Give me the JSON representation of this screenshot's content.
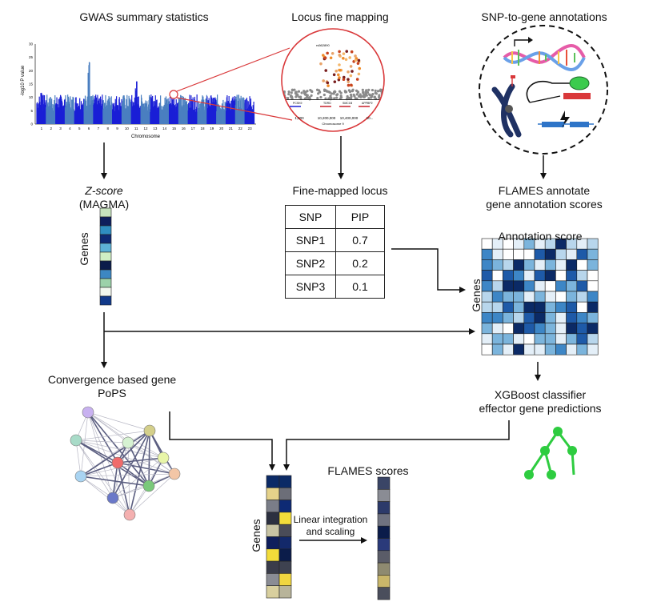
{
  "titles": {
    "gwas": "GWAS summary statistics",
    "locus": "Locus fine mapping",
    "snp_to_gene": "SNP-to-gene annotations"
  },
  "manhattan": {
    "ylabel": "-log10 P value",
    "xlabel": "Chromosome",
    "yticks": [
      "0",
      "5",
      "10",
      "15",
      "20",
      "25",
      "30"
    ],
    "xticks": [
      "1",
      "2",
      "3",
      "4",
      "5",
      "6",
      "7",
      "8",
      "9",
      "10",
      "11",
      "12",
      "13",
      "14",
      "15",
      "16",
      "17",
      "18",
      "19",
      "20",
      "21",
      "22",
      "23"
    ]
  },
  "locus_plot": {
    "xticks": [
      "1,000",
      "10,200,000",
      "10,400,000",
      "10..."
    ],
    "xlabel": "Chromosome 9",
    "genes": [
      "PCSK9",
      "TDRD",
      "SMC1B",
      "APPBP2"
    ],
    "lead_snp": "rs562890"
  },
  "zscore": {
    "line1": "Z-score",
    "line2": "(MAGMA)",
    "genes_label": "Genes",
    "column_colors": [
      "#c6e2bd",
      "#0e1e5c",
      "#2f8dc0",
      "#0e2a74",
      "#5db2d6",
      "#cfeec4",
      "#0b1c4a",
      "#3d87c2",
      "#9cd1a9",
      "#f2f7ee",
      "#123a8a"
    ]
  },
  "finemap": {
    "title": "Fine-mapped locus"
  },
  "snp_table": {
    "header": [
      "SNP",
      "PIP"
    ],
    "rows": [
      [
        "SNP1",
        "0.7"
      ],
      [
        "SNP2",
        "0.2"
      ],
      [
        "SNP3",
        "0.1"
      ]
    ]
  },
  "flames_annotate": {
    "line1": "FLAMES annotate",
    "line2": "gene annotation scores"
  },
  "annotation": {
    "title": "Annotation score",
    "genes_label": "Genes"
  },
  "convergence": {
    "line1": "Convergence based gene",
    "line2": "PoPS"
  },
  "xgboost": {
    "line1": "XGBoost classifier",
    "line2": "effector gene predictions"
  },
  "integration": {
    "line1": "Linear integration",
    "line2": "and scaling",
    "genes_label": "Genes"
  },
  "flames_scores": {
    "title": "FLAMES scores"
  },
  "colors": {
    "red": "#d9383a",
    "green": "#2ecc40",
    "dark_blue": "#0b2a66",
    "yellow": "#f2dc3a"
  }
}
